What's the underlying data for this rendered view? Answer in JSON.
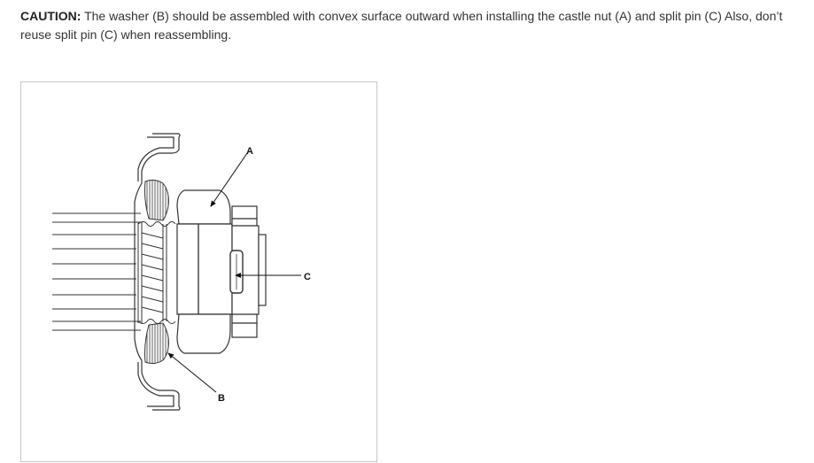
{
  "note": {
    "prefix": "CAUTION:",
    "text": " The washer (B) should be assembled with convex surface outward when installing the castle nut (A) and split pin (C) Also, don’t reuse split pin (C) when reassembling."
  },
  "figure": {
    "labels": {
      "a": "A",
      "b": "B",
      "c": "C"
    }
  }
}
